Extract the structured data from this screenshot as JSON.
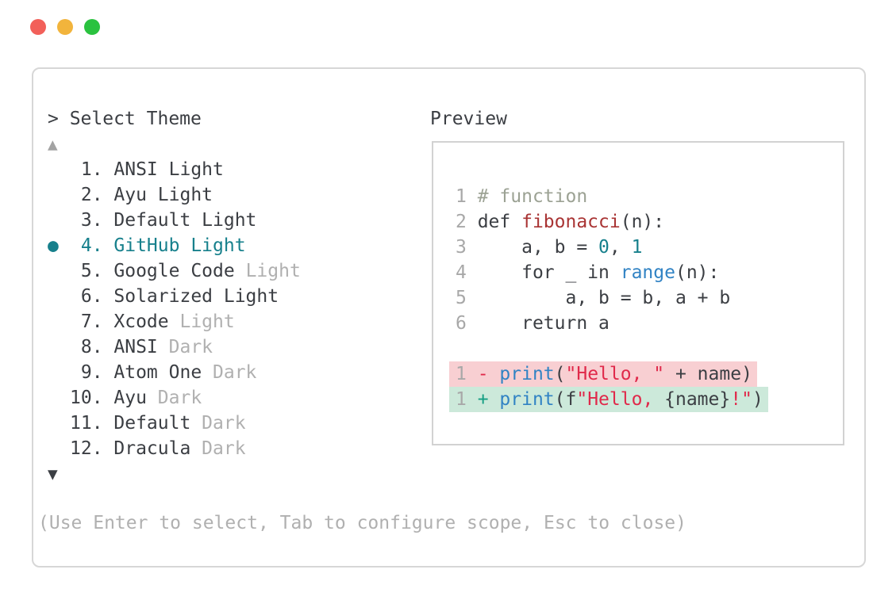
{
  "window": {
    "controls": [
      {
        "name": "close",
        "color_key": "dot_red"
      },
      {
        "name": "minimize",
        "color_key": "dot_yellow"
      },
      {
        "name": "zoom",
        "color_key": "dot_green"
      }
    ]
  },
  "prompt": {
    "title": "> Select Theme",
    "scroll_up_icon": "▲",
    "scroll_down_icon": "▼",
    "footer_hint": "(Use Enter to select, Tab to configure scope, Esc to close)"
  },
  "themes": {
    "bullet_icon": "●",
    "selected_index": 3,
    "items": [
      {
        "number": "1",
        "name": "ANSI Light",
        "muted": "",
        "selected": false
      },
      {
        "number": "2",
        "name": "Ayu Light",
        "muted": "",
        "selected": false
      },
      {
        "number": "3",
        "name": "Default Light",
        "muted": "",
        "selected": false
      },
      {
        "number": "4",
        "name": "GitHub Light",
        "muted": "",
        "selected": true
      },
      {
        "number": "5",
        "name": "Google Code",
        "muted": " Light",
        "selected": false
      },
      {
        "number": "6",
        "name": "Solarized Light",
        "muted": "",
        "selected": false
      },
      {
        "number": "7",
        "name": "Xcode",
        "muted": " Light",
        "selected": false
      },
      {
        "number": "8",
        "name": "ANSI",
        "muted": " Dark",
        "selected": false
      },
      {
        "number": "9",
        "name": "Atom One",
        "muted": " Dark",
        "selected": false
      },
      {
        "number": "10",
        "name": "Ayu",
        "muted": " Dark",
        "selected": false
      },
      {
        "number": "11",
        "name": "Default",
        "muted": " Dark",
        "selected": false
      },
      {
        "number": "12",
        "name": "Dracula",
        "muted": " Dark",
        "selected": false
      }
    ]
  },
  "preview": {
    "label": "Preview",
    "lines": [
      {
        "no": "1",
        "diff": "",
        "tokens": [
          [
            "comment",
            "# function"
          ]
        ]
      },
      {
        "no": "2",
        "diff": "",
        "tokens": [
          [
            "plain",
            "def "
          ],
          [
            "func",
            "fibonacci"
          ],
          [
            "plain",
            "(n):"
          ]
        ]
      },
      {
        "no": "3",
        "diff": "",
        "tokens": [
          [
            "plain",
            "    a, b = "
          ],
          [
            "number",
            "0"
          ],
          [
            "plain",
            ", "
          ],
          [
            "number",
            "1"
          ]
        ]
      },
      {
        "no": "4",
        "diff": "",
        "tokens": [
          [
            "plain",
            "    for _ in "
          ],
          [
            "builtin",
            "range"
          ],
          [
            "plain",
            "(n):"
          ]
        ]
      },
      {
        "no": "5",
        "diff": "",
        "tokens": [
          [
            "plain",
            "        a, b = b, a + b"
          ]
        ]
      },
      {
        "no": "6",
        "diff": "",
        "tokens": [
          [
            "plain",
            "    return a"
          ]
        ]
      },
      {
        "no": "",
        "diff": "",
        "tokens": []
      },
      {
        "no": "1",
        "diff": "removed",
        "tokens": [
          [
            "minus",
            "- "
          ],
          [
            "builtin",
            "print"
          ],
          [
            "plain",
            "("
          ],
          [
            "string",
            "\"Hello, \""
          ],
          [
            "plain",
            " + name)"
          ]
        ]
      },
      {
        "no": "1",
        "diff": "added",
        "tokens": [
          [
            "plus",
            "+ "
          ],
          [
            "builtin",
            "print"
          ],
          [
            "plain",
            "(f"
          ],
          [
            "string",
            "\"Hello, "
          ],
          [
            "plain",
            "{name}"
          ],
          [
            "string",
            "!\""
          ],
          [
            "plain",
            ")"
          ]
        ]
      }
    ]
  },
  "colors": {
    "text": "#3b3e43",
    "muted": "#b0b0b0",
    "muted_arrow": "#a3a3a3",
    "accent": "#17808c",
    "comment": "#9ca294",
    "func_red": "#a93434",
    "string_red": "#e0294a",
    "blue": "#3183c4",
    "number_teal": "#17808c",
    "plus_green": "#149e83",
    "removed_bg": "#f8cfd2",
    "added_bg": "#cce9da",
    "lineno": "#a8a8a8",
    "border": "#d7d7d7",
    "border2": "#d2d2d2",
    "dot_red": "#f2605a",
    "dot_yellow": "#f2b43c",
    "dot_green": "#2ac23f"
  }
}
